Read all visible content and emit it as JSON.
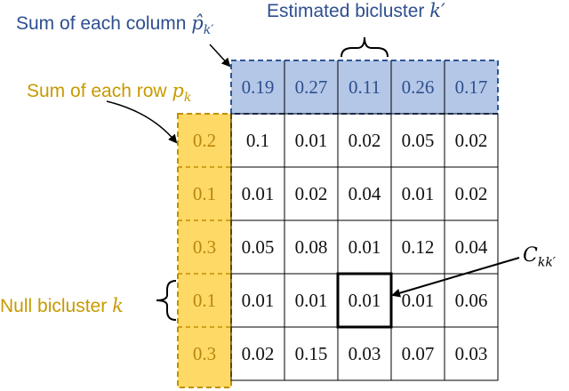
{
  "labels": {
    "col_sum_text": "Sum of each column",
    "col_sum_symbol": "p̂",
    "col_sum_sub": "k′",
    "est_bicluster_text": "Estimated bicluster",
    "est_bicluster_symbol": "k′",
    "row_sum_text": "Sum of each row",
    "row_sum_symbol": "p",
    "row_sum_sub": "k",
    "null_bicluster_text": "Null bicluster",
    "null_bicluster_symbol": "k",
    "cell_symbol": "C",
    "cell_sub": "kk′"
  },
  "column_sums": [
    "0.19",
    "0.27",
    "0.11",
    "0.26",
    "0.17"
  ],
  "row_sums": [
    "0.2",
    "0.1",
    "0.3",
    "0.1",
    "0.3"
  ],
  "matrix": [
    [
      "0.1",
      "0.01",
      "0.02",
      "0.05",
      "0.02"
    ],
    [
      "0.01",
      "0.02",
      "0.04",
      "0.01",
      "0.02"
    ],
    [
      "0.05",
      "0.08",
      "0.01",
      "0.12",
      "0.04"
    ],
    [
      "0.01",
      "0.01",
      "0.01",
      "0.01",
      "0.06"
    ],
    [
      "0.02",
      "0.15",
      "0.03",
      "0.07",
      "0.03"
    ]
  ],
  "highlight": {
    "row": 3,
    "col": 2
  },
  "colors": {
    "column_fill": "#b4c7e7",
    "column_border": "#2f5597",
    "row_fill": "#ffd966",
    "row_border": "#bf9000",
    "label_blue": "#2e4f8f",
    "label_gold": "#c79a00"
  }
}
